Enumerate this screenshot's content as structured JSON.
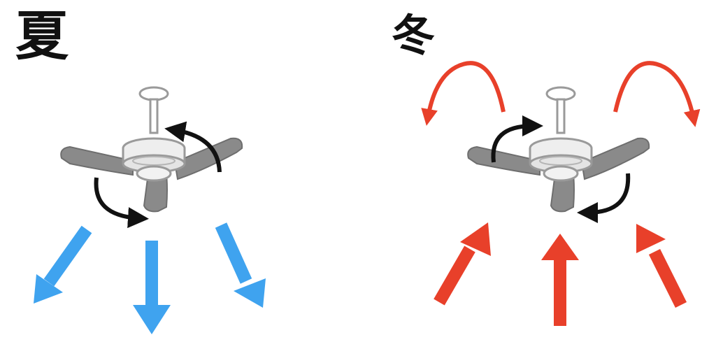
{
  "summer": {
    "label": "夏",
    "rotation_arrow_color": "#111111",
    "airflow_color": "#3fa3ef",
    "airflow_direction": "downward"
  },
  "winter": {
    "label": "冬",
    "rotation_arrow_color": "#111111",
    "airflow_color": "#e8402a",
    "airflow_direction": "upward"
  },
  "fan": {
    "blade_color": "#8a8a8a",
    "housing_color": "#e8e8e8",
    "outline_color": "#9a9a9a"
  }
}
